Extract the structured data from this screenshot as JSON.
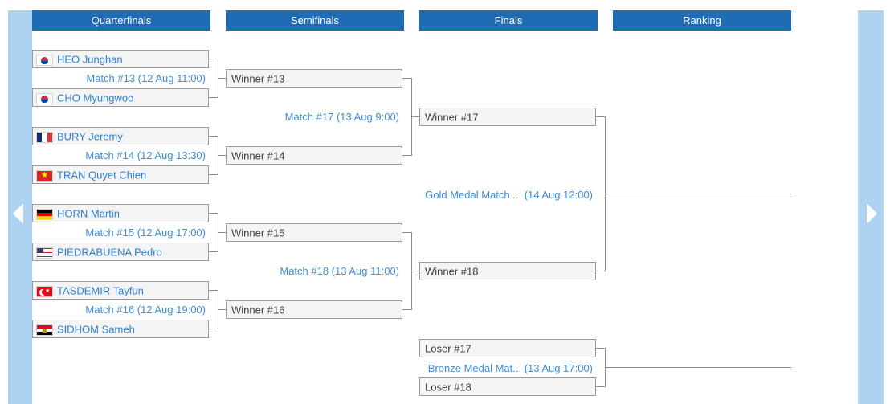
{
  "rounds": [
    {
      "id": "quarterfinals",
      "label": "Quarterfinals"
    },
    {
      "id": "semifinals",
      "label": "Semifinals"
    },
    {
      "id": "finals",
      "label": "Finals"
    },
    {
      "id": "ranking",
      "label": "Ranking"
    }
  ],
  "colors": {
    "header_bg": "#1f6cb5",
    "header_text": "#ffffff",
    "slot_bg": "#f4f4f4",
    "slot_border": "#9b9b9b",
    "player_link": "#2f7fd0",
    "match_link": "#3d8fd9",
    "rail": "#aed2f2",
    "connector": "#8a8a8a"
  },
  "nav": {
    "left_arrow": "scroll-left-arrow",
    "right_arrow": "scroll-right-arrow"
  },
  "quarterfinals": {
    "matches": [
      {
        "label": "Match #13 (12 Aug 11:00)",
        "top": {
          "name": "HEO Junghan",
          "flag": "kor",
          "flag_name": "flag-south-korea"
        },
        "bottom": {
          "name": "CHO Myungwoo",
          "flag": "kor",
          "flag_name": "flag-south-korea"
        }
      },
      {
        "label": "Match #14 (12 Aug 13:30)",
        "top": {
          "name": "BURY Jeremy",
          "flag": "fra",
          "flag_name": "flag-france"
        },
        "bottom": {
          "name": "TRAN Quyet Chien",
          "flag": "vie",
          "flag_name": "flag-vietnam"
        }
      },
      {
        "label": "Match #15 (12 Aug 17:00)",
        "top": {
          "name": "HORN Martin",
          "flag": "ger",
          "flag_name": "flag-germany"
        },
        "bottom": {
          "name": "PIEDRABUENA Pedro",
          "flag": "usa",
          "flag_name": "flag-usa"
        }
      },
      {
        "label": "Match #16 (12 Aug 19:00)",
        "top": {
          "name": "TASDEMIR Tayfun",
          "flag": "tur",
          "flag_name": "flag-turkey"
        },
        "bottom": {
          "name": "SIDHOM Sameh",
          "flag": "egy",
          "flag_name": "flag-egypt"
        }
      }
    ]
  },
  "semifinals": {
    "matches": [
      {
        "label": "Match #17 (13 Aug 9:00)",
        "top": {
          "name": "Winner #13"
        },
        "bottom": {
          "name": "Winner #14"
        }
      },
      {
        "label": "Match #18 (13 Aug 11:00)",
        "top": {
          "name": "Winner #15"
        },
        "bottom": {
          "name": "Winner #16"
        }
      }
    ]
  },
  "finals": {
    "matches": [
      {
        "label": "Gold Medal Match ... (14 Aug 12:00)",
        "top": {
          "name": "Winner #17"
        },
        "bottom": {
          "name": "Winner #18"
        }
      },
      {
        "label": "Bronze Medal Mat... (13 Aug 17:00)",
        "top": {
          "name": "Loser #17"
        },
        "bottom": {
          "name": "Loser #18"
        }
      }
    ]
  }
}
